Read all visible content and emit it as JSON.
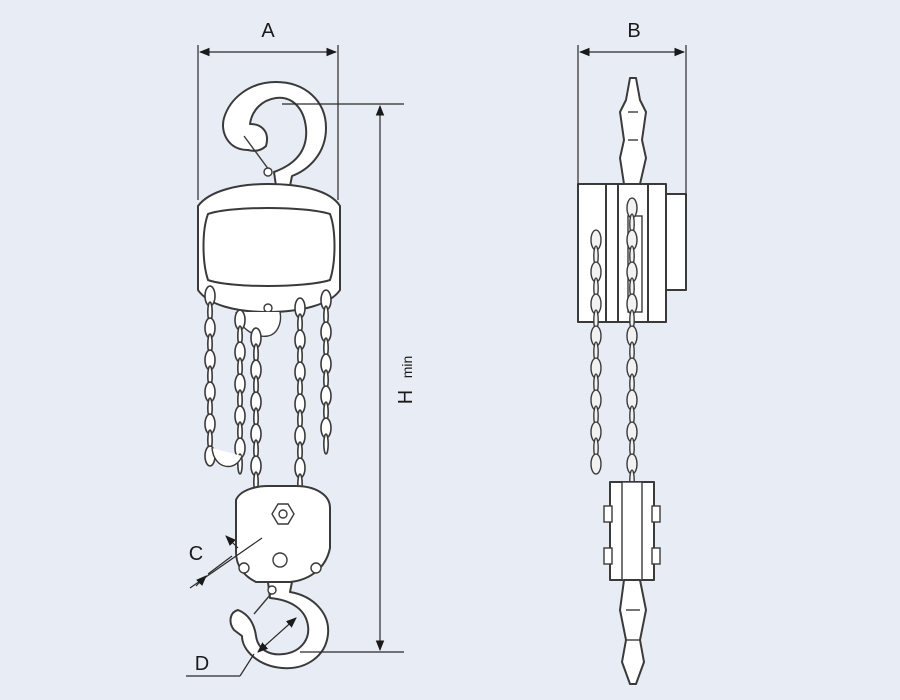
{
  "colors": {
    "background": "#e8edf5",
    "stroke": "#3a3a3a",
    "fill": "#ffffff"
  },
  "labels": {
    "dimension_a": "A",
    "dimension_b": "B",
    "dimension_c": "C",
    "dimension_d": "D",
    "height_h": "H",
    "height_sub": "min"
  }
}
